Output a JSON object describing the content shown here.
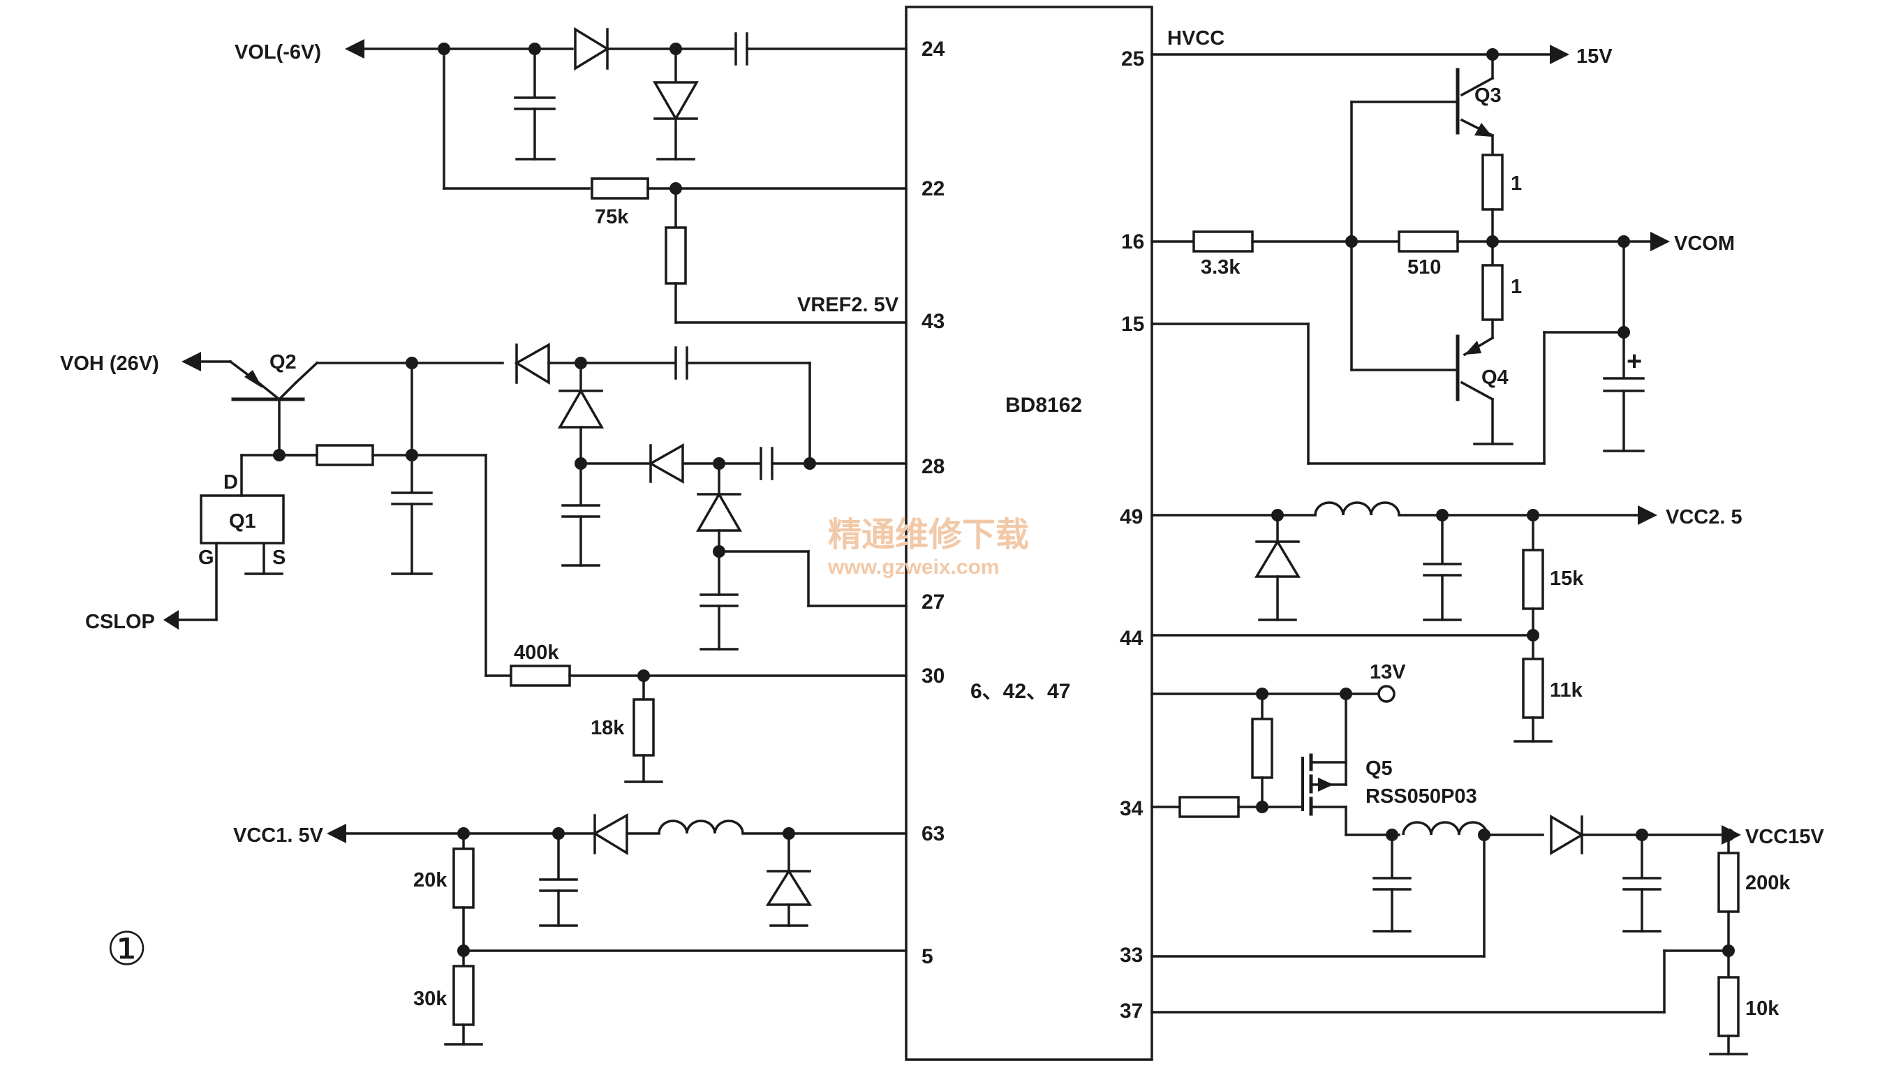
{
  "figure_marker": "①",
  "chip": {
    "name": "BD8162",
    "ground_pins": "6、42、47"
  },
  "watermark": {
    "line1": "精通维修下载",
    "line2": "www.gzweix.com"
  },
  "pins_left": [
    "24",
    "22",
    "43",
    "28",
    "27",
    "30",
    "63",
    "5"
  ],
  "pins_right": [
    "25",
    "16",
    "15",
    "49",
    "44",
    "34",
    "33",
    "37"
  ],
  "rails": {
    "vol": "VOL(-6V)",
    "voh": "VOH (26V)",
    "vcc1v5": "VCC1. 5V",
    "hvcc": "HVCC",
    "v15": "15V",
    "vcom": "VCOM",
    "vcc2v5": "VCC2. 5",
    "v13": "13V",
    "vcc15v": "VCC15V",
    "vref": "VREF2. 5V",
    "cslop": "CSLOP"
  },
  "transistors": {
    "q1": {
      "name": "Q1",
      "d": "D",
      "g": "G",
      "s": "S"
    },
    "q2": "Q2",
    "q3": "Q3",
    "q4": "Q4",
    "q5": {
      "name": "Q5",
      "part": "RSS050P03"
    }
  },
  "resistors": {
    "r75k": "75k",
    "r400k": "400k",
    "r18k": "18k",
    "r20k": "20k",
    "r30k": "30k",
    "r3k3": "3.3k",
    "r510": "510",
    "r1a": "1",
    "r1b": "1",
    "r15k": "15k",
    "r11k": "11k",
    "r200k": "200k",
    "r10k": "10k"
  },
  "polarity_mark": "+"
}
